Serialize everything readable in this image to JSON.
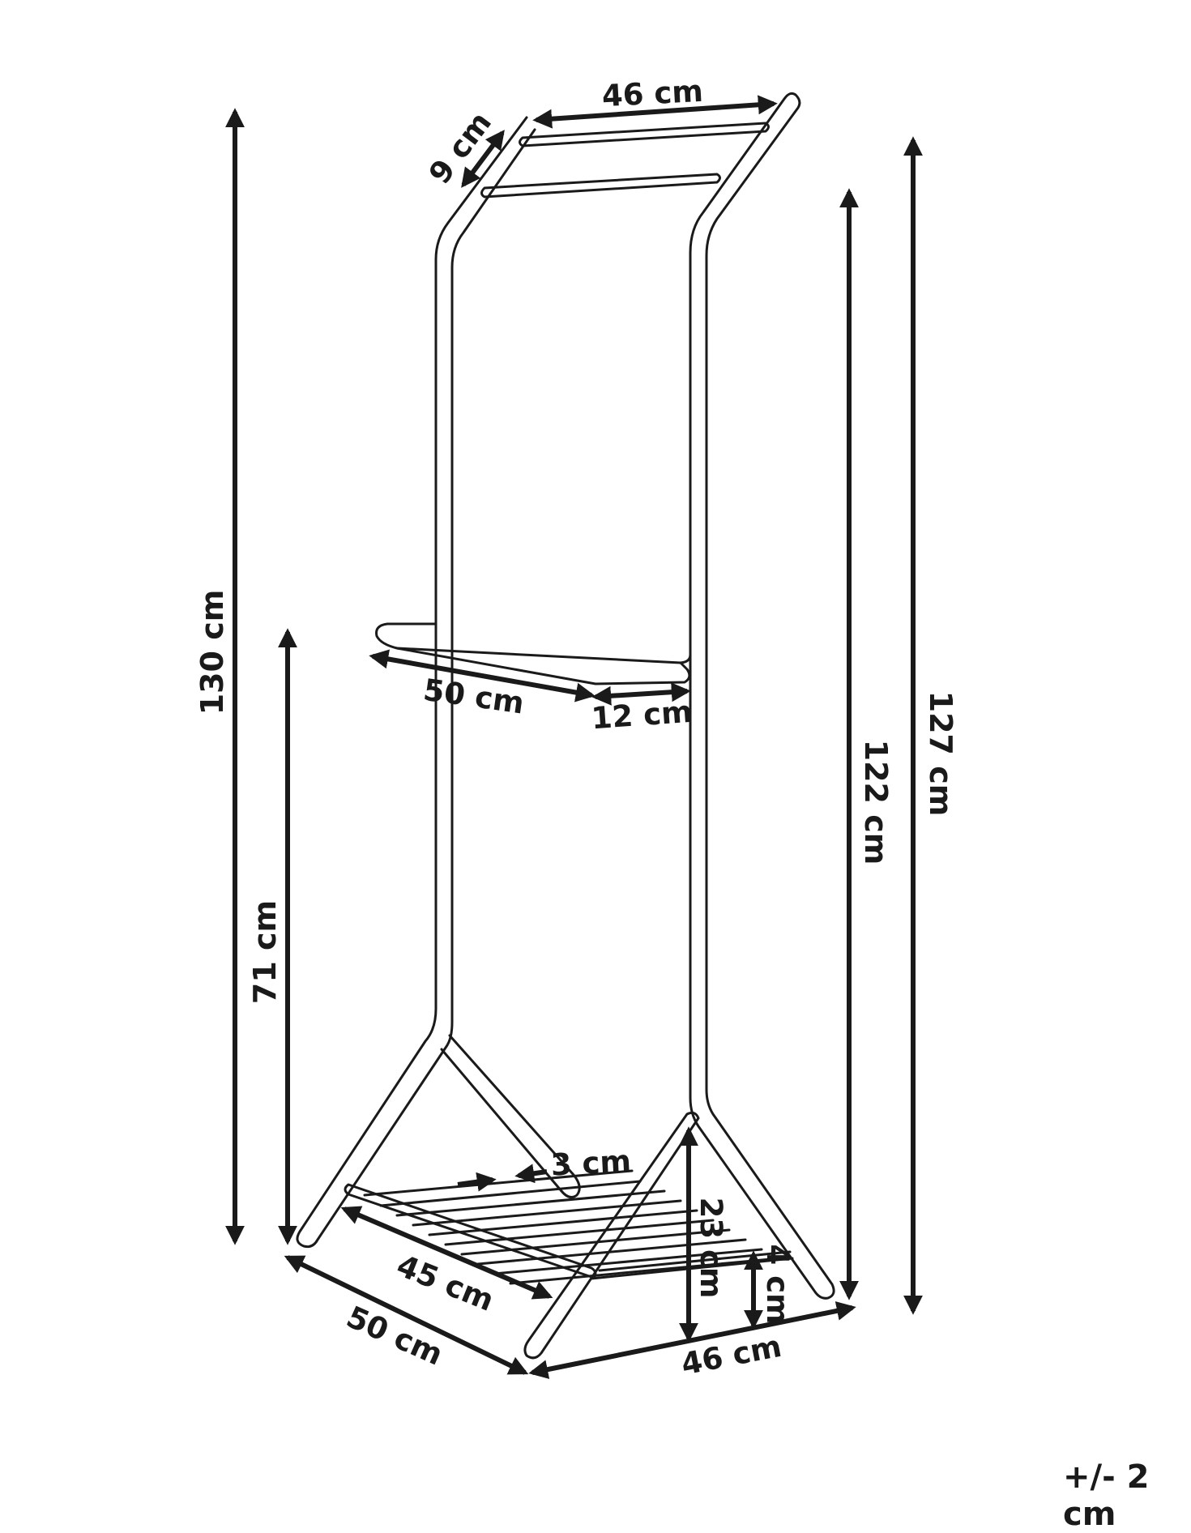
{
  "dimensions": {
    "total_height": "130 cm",
    "shelf_height": "71 cm",
    "side_height_122": "122 cm",
    "side_height_127": "127 cm",
    "top_width": "46 cm",
    "top_depth": "9 cm",
    "bar_length": "50 cm",
    "bar_offset": "12 cm",
    "slat_gap": "3 cm",
    "base_inner_length": "45 cm",
    "base_length": "50 cm",
    "base_width": "46 cm",
    "shelf_rise": "23 cm",
    "foot_height": "4 cm"
  },
  "tolerance": "+/- 2 cm"
}
